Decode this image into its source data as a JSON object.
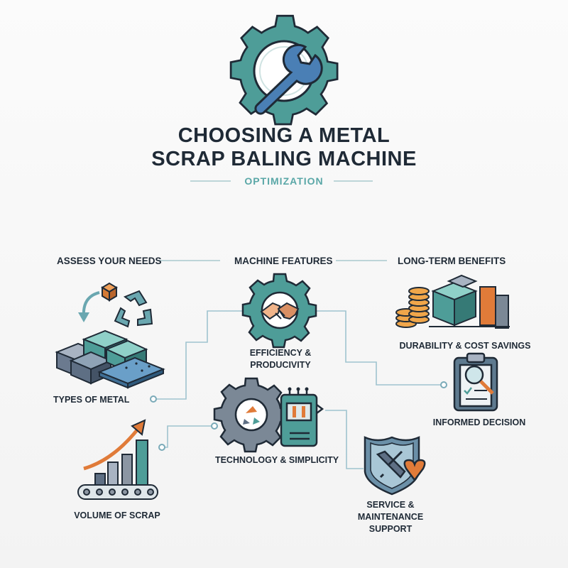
{
  "header": {
    "title_line1": "CHOOSING A METAL",
    "title_line2": "SCRAP BALING MACHINE",
    "subtitle": "OPTIMIZATION",
    "icon": "wrench-gear-icon"
  },
  "columns": [
    {
      "label": "ASSESS YOUR NEEDS"
    },
    {
      "label": "MACHINE FEATURES"
    },
    {
      "label": "LONG-TERM BENEFITS"
    }
  ],
  "nodes": {
    "types_of_metal": {
      "label": "TYPES OF METAL",
      "icon": "metal-blocks-recycle-icon"
    },
    "volume_of_scrap": {
      "label": "VOLUME OF SCRAP",
      "icon": "growth-chart-conveyor-icon"
    },
    "efficiency": {
      "line1": "EFFICIENCY &",
      "line2": "PRODUCIVITY",
      "icon": "handshake-gear-icon"
    },
    "technology": {
      "label": "TECHNOLOGY & SIMPLICITY",
      "icon": "gear-control-panel-icon"
    },
    "service": {
      "line1": "SERVICE &",
      "line2": "MAINTENANCE",
      "line3": "SUPPORT",
      "icon": "shield-wrench-heart-icon"
    },
    "durability": {
      "label": "DURABILITY & COST SAVINGS",
      "icon": "coins-bales-icon"
    },
    "informed": {
      "label": "INFORMED DECISION",
      "icon": "clipboard-magnifier-icon"
    }
  },
  "colors": {
    "teal": "#3f8f8d",
    "dark": "#1f2a36",
    "orange": "#e07b39",
    "connector": "#9fc3cf"
  }
}
